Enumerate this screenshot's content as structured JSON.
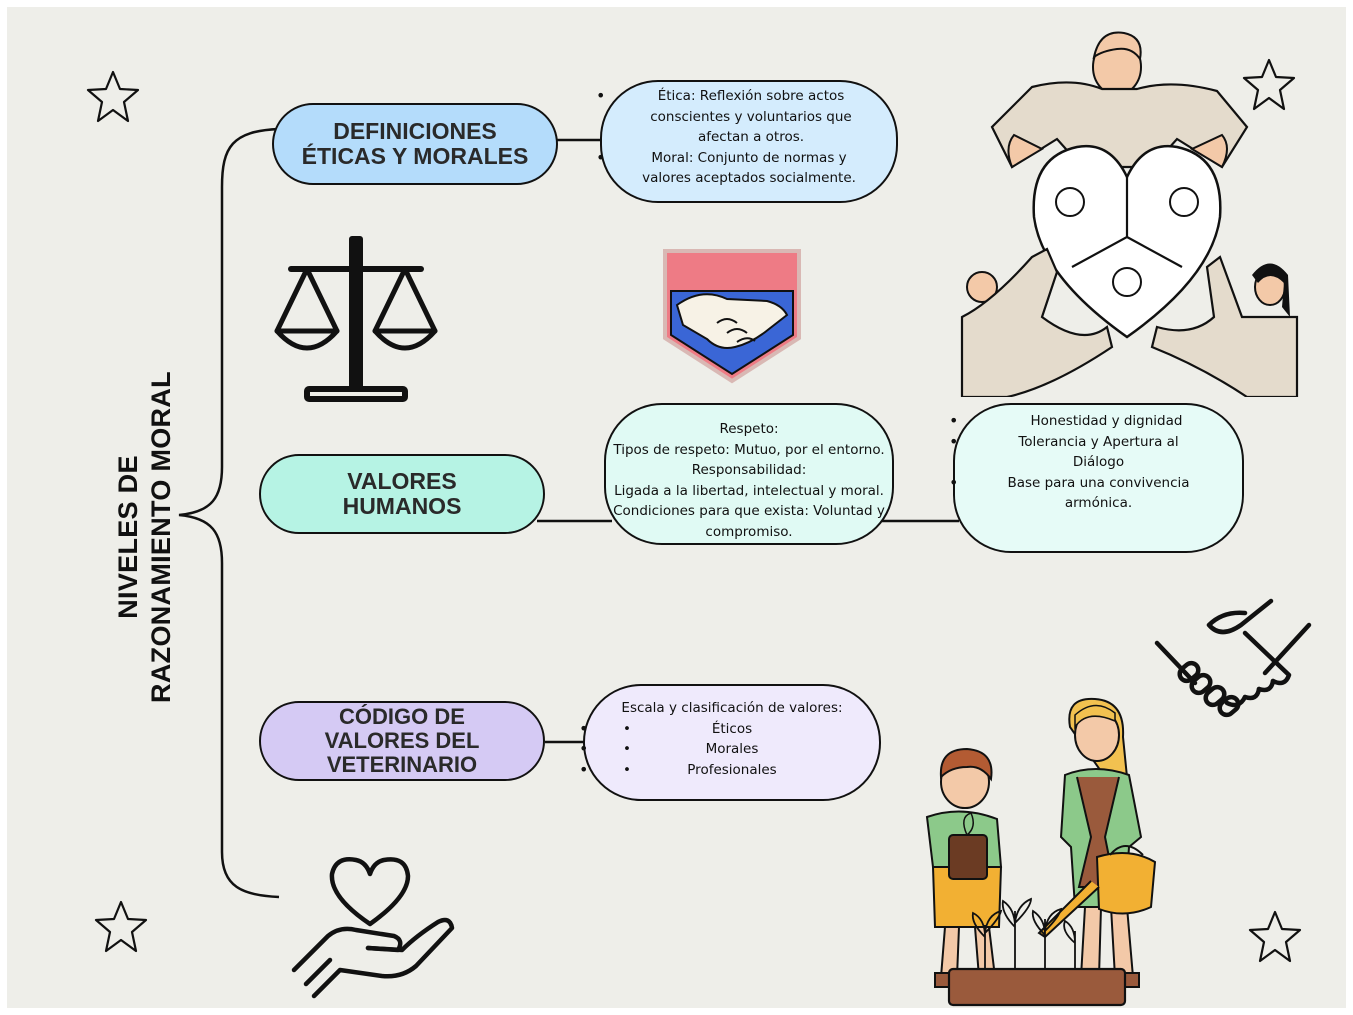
{
  "title": {
    "line1": "NIVELES DE",
    "line2": "RAZONAMIENTO MORAL"
  },
  "nodes": {
    "definiciones": {
      "line1": "DEFINICIONES",
      "line2": "ÉTICAS Y MORALES",
      "color": "#b4dcfb",
      "detail": {
        "color": "#d4ecfd",
        "items": [
          [
            "Ética: Reflexión sobre actos",
            "conscientes y voluntarios que",
            "afectan a otros."
          ],
          [
            "Moral: Conjunto de normas y",
            "valores aceptados socialmente."
          ]
        ]
      }
    },
    "valores": {
      "line1": "VALORES",
      "line2": "HUMANOS",
      "color": "#b6f3e4",
      "detail": {
        "color": "#e0faf4",
        "lines": [
          "Respeto:",
          "Tipos de respeto: Mutuo, por el entorno.",
          "Responsabilidad:",
          "Ligada a la libertad, intelectual y moral.",
          "Condiciones para que exista: Voluntad y",
          "compromiso."
        ]
      },
      "detail2": {
        "color": "#e6fbf7",
        "items": [
          [
            "Honestidad y dignidad"
          ],
          [
            "Tolerancia y Apertura al",
            "Diálogo"
          ],
          [
            "Base para una convivencia",
            "armónica."
          ]
        ]
      }
    },
    "codigo": {
      "line1": "CÓDIGO DE",
      "line2": "VALORES DEL",
      "line3": "VETERINARIO",
      "color": "#d5caf4",
      "detail": {
        "color": "#efeafc",
        "heading": "Escala y clasificación de valores:",
        "items": [
          "Éticos",
          "Morales",
          "Profesionales"
        ]
      }
    }
  },
  "icons": [
    "star-icon",
    "scales-of-justice-icon",
    "handshake-badge-icon",
    "heart-puzzle-illustration",
    "handshake-icon",
    "heart-in-hand-icon",
    "children-planting-illustration"
  ],
  "colors": {
    "background": "#eeeee9",
    "badge_red": "#ee7b85",
    "badge_blue": "#3a66d6",
    "skin": "#f3c9a8",
    "shirt_beige": "#e4dbcc"
  }
}
